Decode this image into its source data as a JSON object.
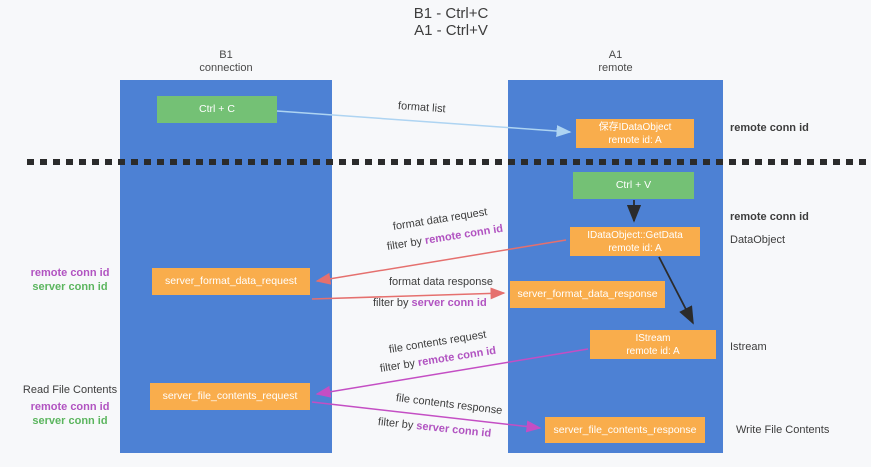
{
  "title": {
    "line1": "B1 - Ctrl+C",
    "line2": "A1 - Ctrl+V"
  },
  "columns": {
    "left": {
      "header_line1": "B1",
      "header_line2": "connection"
    },
    "right": {
      "header_line1": "A1",
      "header_line2": "remote"
    }
  },
  "boxes": {
    "ctrl_c": "Ctrl + C",
    "ctrl_v": "Ctrl + V",
    "save_idataobject": {
      "line1": "保存IDataObject",
      "line2": "remote id: A"
    },
    "getdata": {
      "line1": "IDataObject::GetData",
      "line2": "remote id: A"
    },
    "istream": {
      "line1": "IStream",
      "line2": "remote id: A"
    },
    "format_request": "server_format_data_request",
    "format_response": "server_format_data_response",
    "file_request": "server_file_contents_request",
    "file_response": "server_file_contents_response"
  },
  "arrow_labels": {
    "format_list": "format list",
    "format_data_request": "format data request",
    "format_data_response": "format data response",
    "file_contents_request": "file contents request",
    "file_contents_response": "file contents response",
    "filter_by": "filter by ",
    "remote_conn_id": "remote conn id",
    "server_conn_id": "server conn id"
  },
  "side_labels": {
    "remote_conn_id": "remote conn id",
    "server_conn_id": "server conn id",
    "dataobject": "DataObject",
    "istream": "Istream",
    "read_file_contents": "Read File Contents",
    "write_file_contents": "Write File Contents"
  },
  "colors": {
    "column_blue": "#4d81d4",
    "box_green": "#74c175",
    "box_orange": "#f9ad4c",
    "arrow_light_blue": "#aed4f2",
    "arrow_red": "#e5706e",
    "arrow_magenta": "#c44ec4",
    "arrow_black": "#2b2b2b",
    "label_purple": "#b153c1",
    "label_green": "#5bb55e",
    "background": "#f7f8fa"
  }
}
